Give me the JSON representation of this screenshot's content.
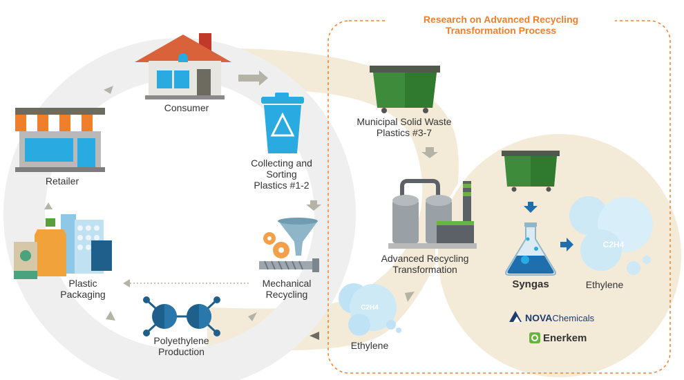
{
  "title": {
    "line1": "Research on Advanced Recycling",
    "line2": "Transformation Process"
  },
  "nodes": {
    "consumer": "Consumer",
    "collecting": [
      "Collecting and",
      "Sorting",
      "Plastics #1-2"
    ],
    "mechanical": [
      "Mechanical",
      "Recycling"
    ],
    "polyethylene": [
      "Polyethylene",
      "Production"
    ],
    "plastic_packaging": [
      "Plastic",
      "Packaging"
    ],
    "retailer": "Retailer",
    "msw": [
      "Municipal Solid Waste",
      "Plastics #3-7"
    ],
    "advanced": [
      "Advanced Recycling",
      "Transformation"
    ],
    "ethylene_left": "Ethylene",
    "syngas": "Syngas",
    "ethylene_right": "Ethylene"
  },
  "molecule_labels": {
    "left": "C2H4",
    "right": "C2H4"
  },
  "logos": {
    "nova_bold": "NOVA",
    "nova_light": "Chemicals",
    "enerkem": "Enerkem"
  },
  "colors": {
    "accent_orange": "#f07f2c",
    "loop_gray": "#efefef",
    "loop_beige": "#f4ead8",
    "arrow_gray": "#b5b3a6",
    "bin_green": "#3d8b3b",
    "blue": "#29aae1",
    "dark_blue": "#1f5f8b",
    "nova_navy": "#1e3c6e",
    "enerkem_green": "#6ab33e"
  },
  "icons": [
    "house-icon",
    "recycle-bin-icon",
    "funnel-gears-icon",
    "molecule-icon",
    "packaging-icon",
    "store-icon",
    "dumpster-icon",
    "refinery-icon",
    "bubbles-icon",
    "flask-icon",
    "nova-logo-icon",
    "enerkem-logo-icon"
  ]
}
